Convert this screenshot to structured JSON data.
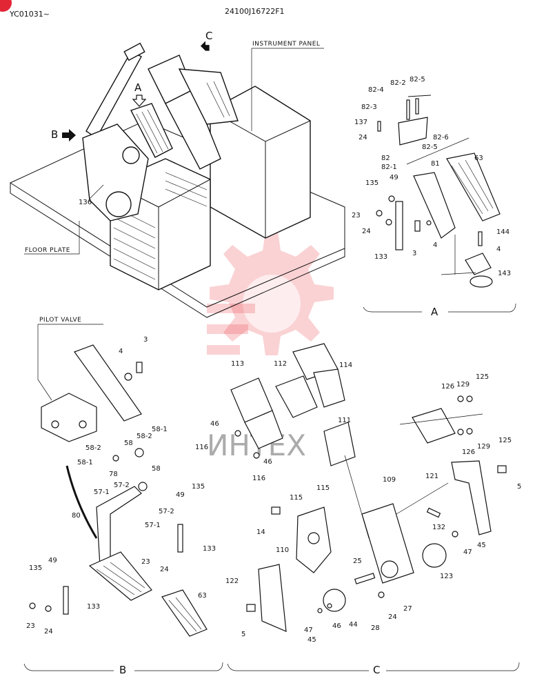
{
  "header": {
    "serial_range": "YC01031~",
    "drawing_number": "24100J16722F1"
  },
  "labels": {
    "instrument_panel": "INSTRUMENT PANEL",
    "floor_plate": "FLOOR PLATE",
    "pilot_valve": "PILOT VALVE",
    "arrow_a": "A",
    "arrow_b": "B",
    "arrow_c": "C",
    "main_part": "136"
  },
  "views": {
    "a": {
      "title": "A",
      "parts": [
        "82-2",
        "82-5",
        "82-4",
        "82-3",
        "137",
        "24",
        "82-6",
        "82-5",
        "82",
        "82-1",
        "81",
        "63",
        "135",
        "49",
        "23",
        "24",
        "3",
        "4",
        "133",
        "144",
        "4",
        "143"
      ]
    },
    "b": {
      "title": "B",
      "parts": [
        "4",
        "3",
        "58-1",
        "58-2",
        "58",
        "58-2",
        "58-1",
        "78",
        "58",
        "57-2",
        "57-1",
        "80",
        "57-2",
        "57-1",
        "49",
        "135",
        "23",
        "24",
        "133",
        "49",
        "135",
        "23",
        "24",
        "133",
        "63"
      ]
    },
    "c": {
      "title": "C",
      "parts": [
        "113",
        "112",
        "114",
        "111",
        "46",
        "116",
        "46",
        "116",
        "115",
        "115",
        "14",
        "110",
        "109",
        "121",
        "5",
        "126",
        "129",
        "125",
        "126",
        "129",
        "125",
        "132",
        "47",
        "45",
        "123",
        "25",
        "122",
        "5",
        "45",
        "47",
        "46",
        "44",
        "28",
        "24",
        "27"
      ]
    }
  },
  "watermark": "ИНТЕХ"
}
